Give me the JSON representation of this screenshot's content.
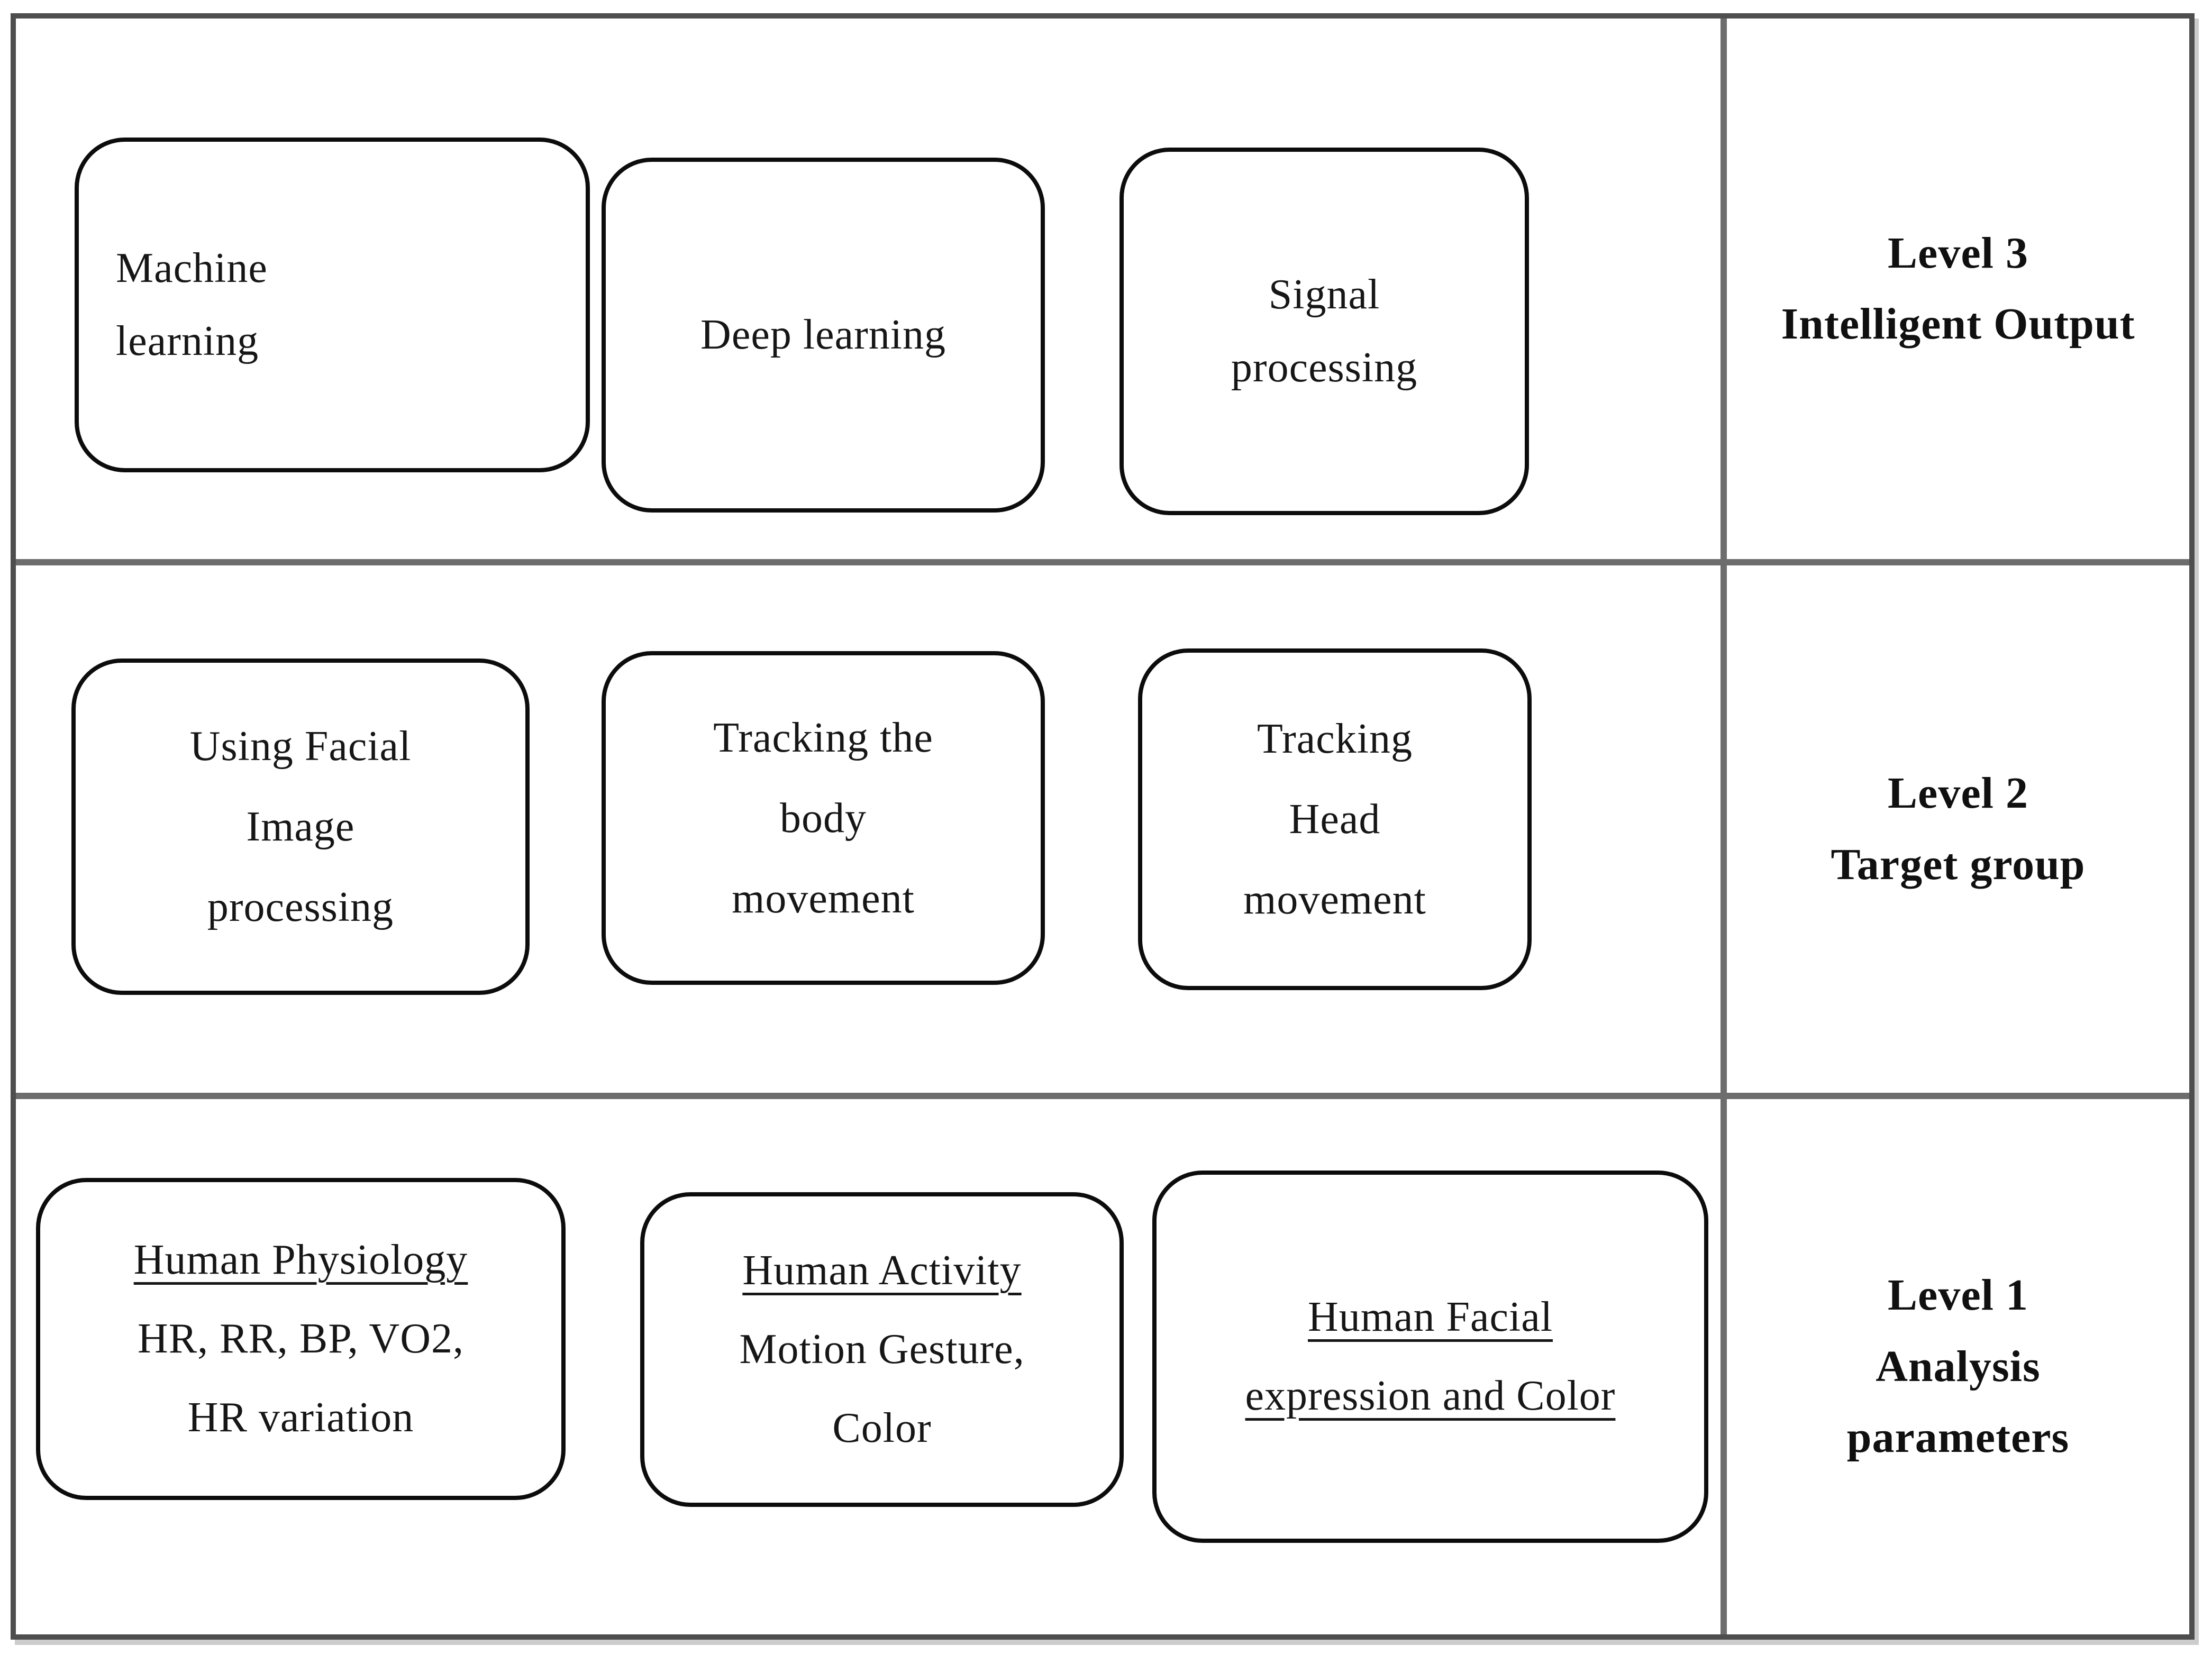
{
  "figure": {
    "type": "block-diagram",
    "levels": [
      {
        "label_lines": [
          "Level 3",
          "Intelligent Output"
        ],
        "boxes": [
          {
            "name": "machine-learning",
            "lines": [
              "Machine",
              "learning"
            ]
          },
          {
            "name": "deep-learning",
            "lines": [
              "Deep learning"
            ]
          },
          {
            "name": "signal-processing",
            "lines": [
              "Signal",
              "processing"
            ]
          }
        ]
      },
      {
        "label_lines": [
          "Level 2",
          "Target group"
        ],
        "boxes": [
          {
            "name": "facial-image-processing",
            "lines": [
              "Using Facial",
              "Image",
              "processing"
            ]
          },
          {
            "name": "tracking-body-movement",
            "lines": [
              "Tracking the",
              "body",
              "movement"
            ]
          },
          {
            "name": "tracking-head-movement",
            "lines": [
              "Tracking",
              "Head",
              "movement"
            ]
          }
        ]
      },
      {
        "label_lines": [
          "Level 1",
          "Analysis",
          "parameters"
        ],
        "boxes": [
          {
            "name": "human-physiology",
            "lines": [
              "Human Physiology",
              "HR, RR, BP, VO2,",
              "HR variation"
            ]
          },
          {
            "name": "human-activity",
            "lines": [
              "Human Activity",
              "Motion Gesture,",
              "Color"
            ]
          },
          {
            "name": "human-facial-expression",
            "lines": [
              "Human Facial",
              "expression and Color"
            ]
          }
        ]
      }
    ],
    "colors": {
      "background": "#ffffff",
      "box_border": "#0c0c0c",
      "grid_line": "#6d6d6d",
      "outer_border": "#4e4e4e",
      "text": "#161616"
    }
  }
}
